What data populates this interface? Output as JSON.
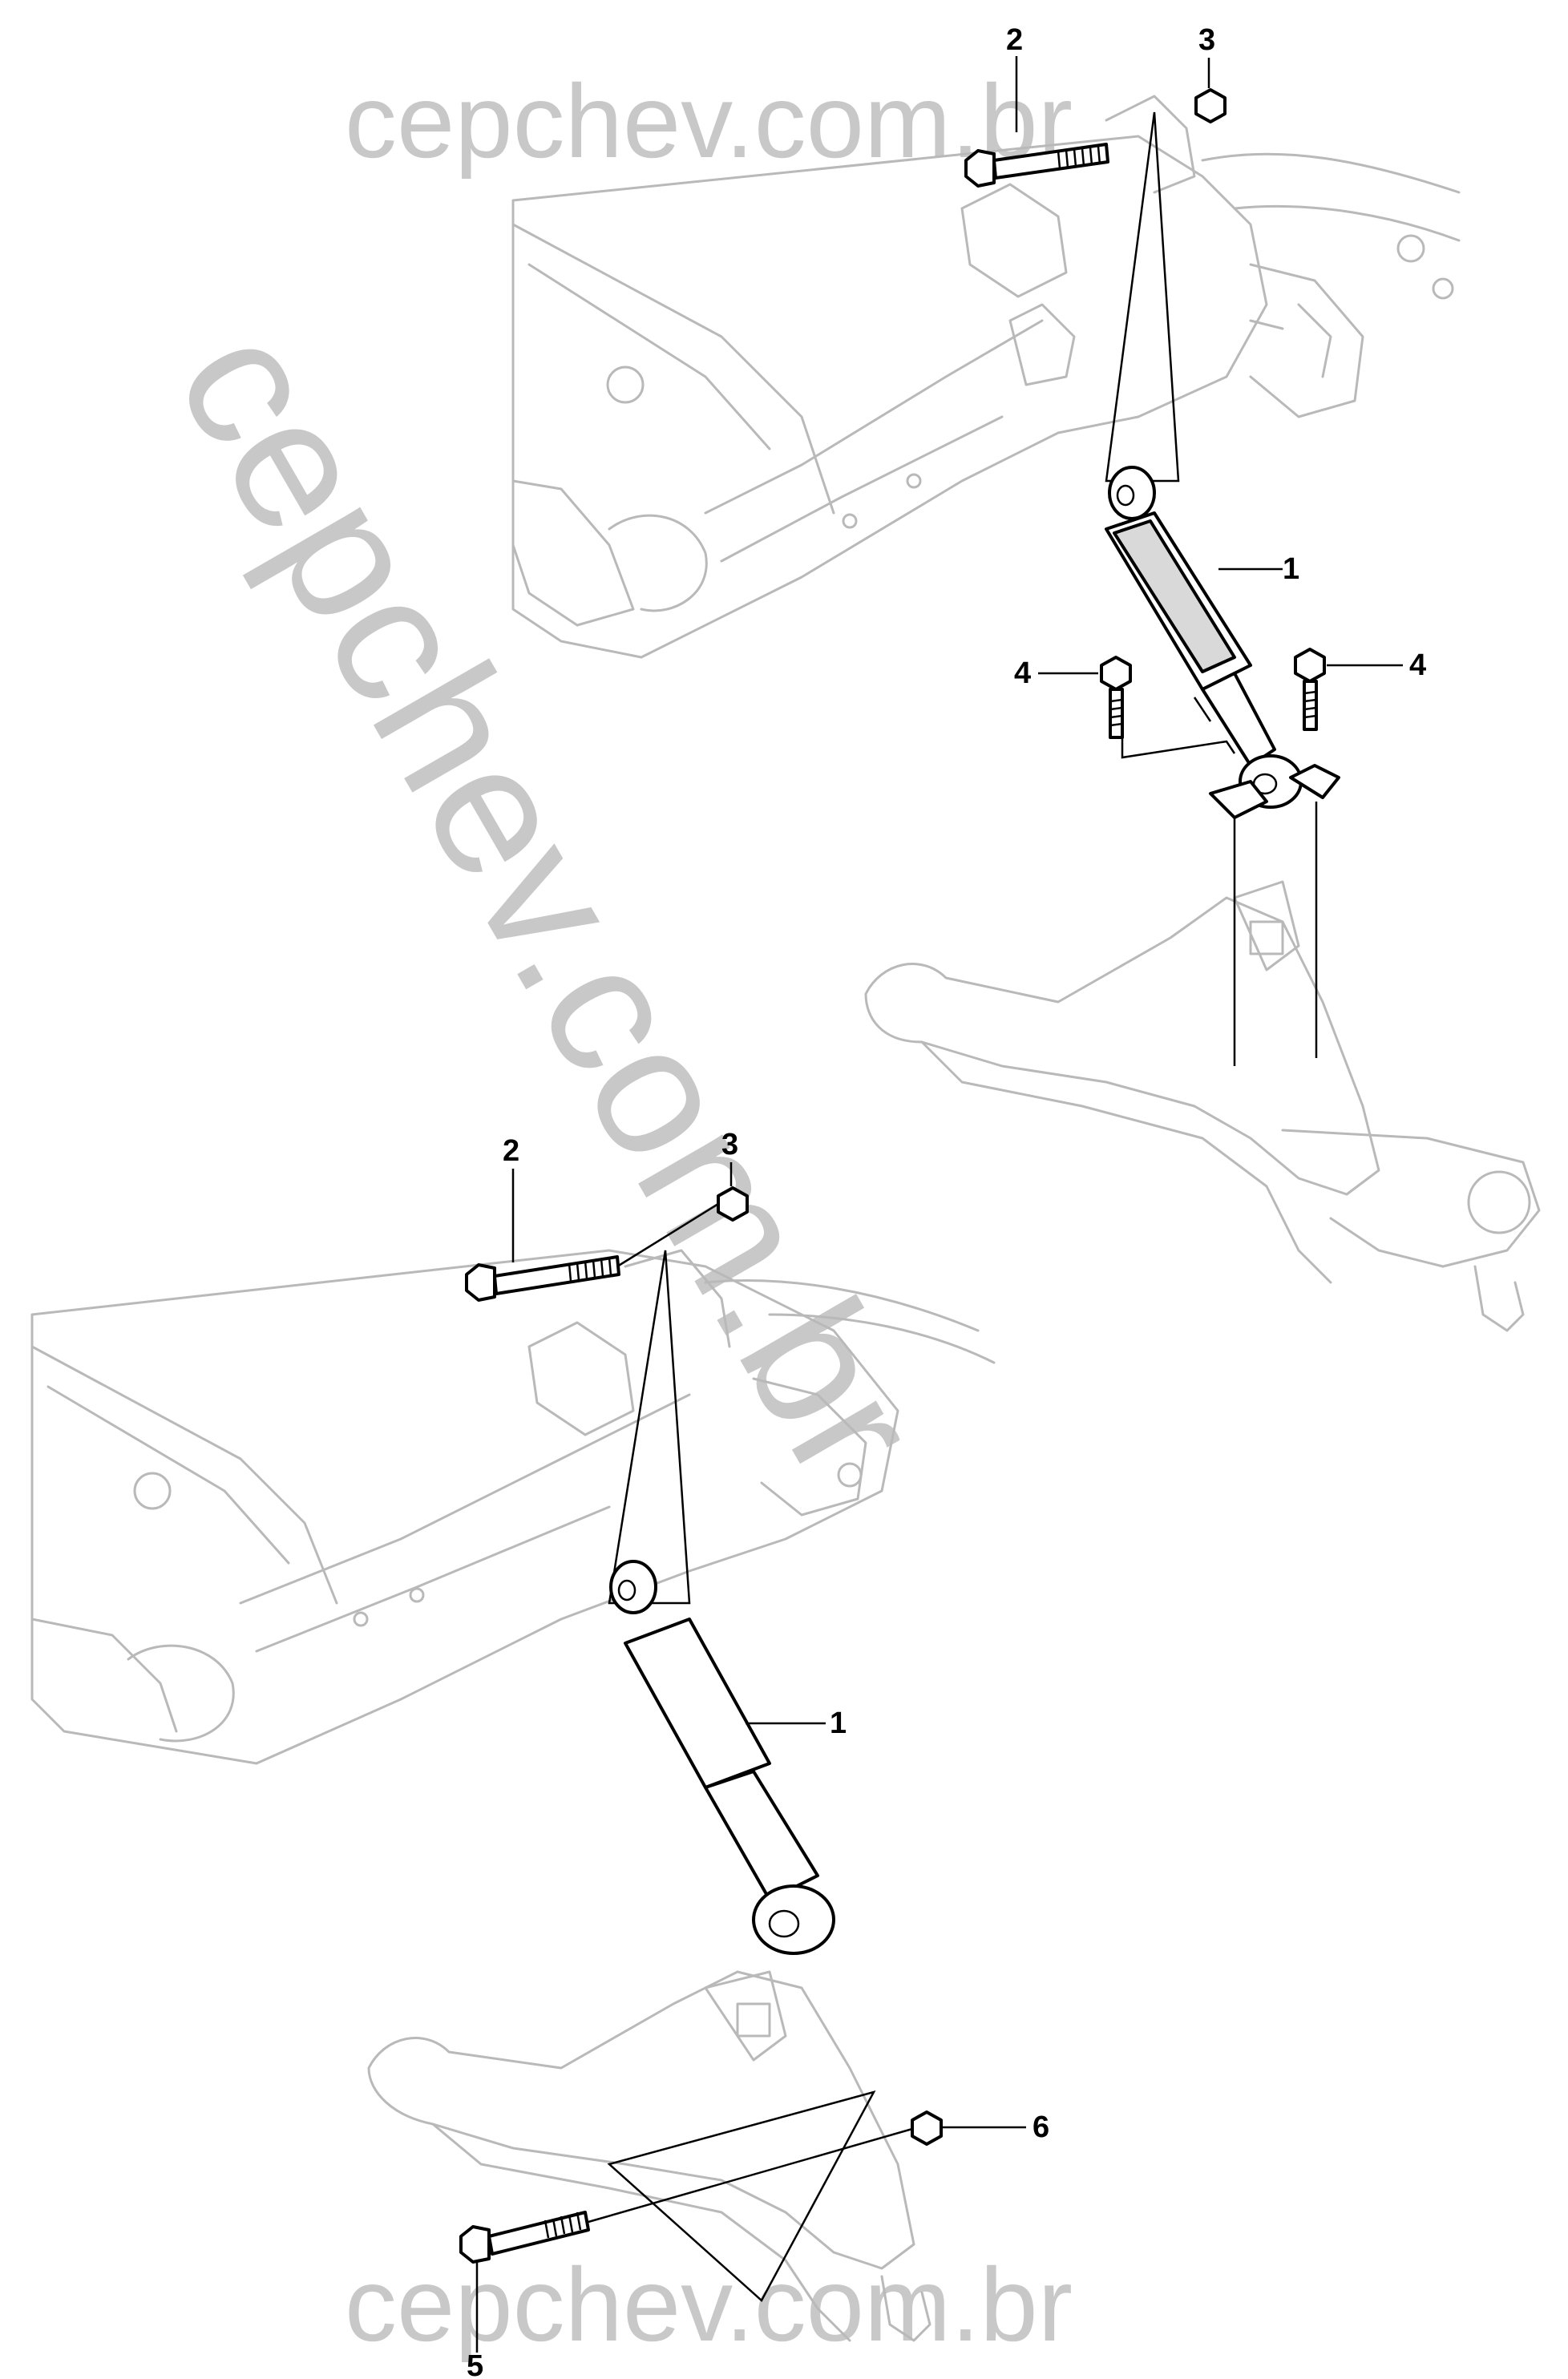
{
  "watermark": {
    "text": "cepchev.com.br"
  },
  "callouts": {
    "top": {
      "bolt": "2",
      "nut": "3",
      "shock": "1",
      "screw_left": "4",
      "screw_right": "4"
    },
    "bottom": {
      "bolt": "2",
      "nut": "3",
      "shock": "1",
      "lower_bolt": "5",
      "lower_nut": "6"
    }
  }
}
